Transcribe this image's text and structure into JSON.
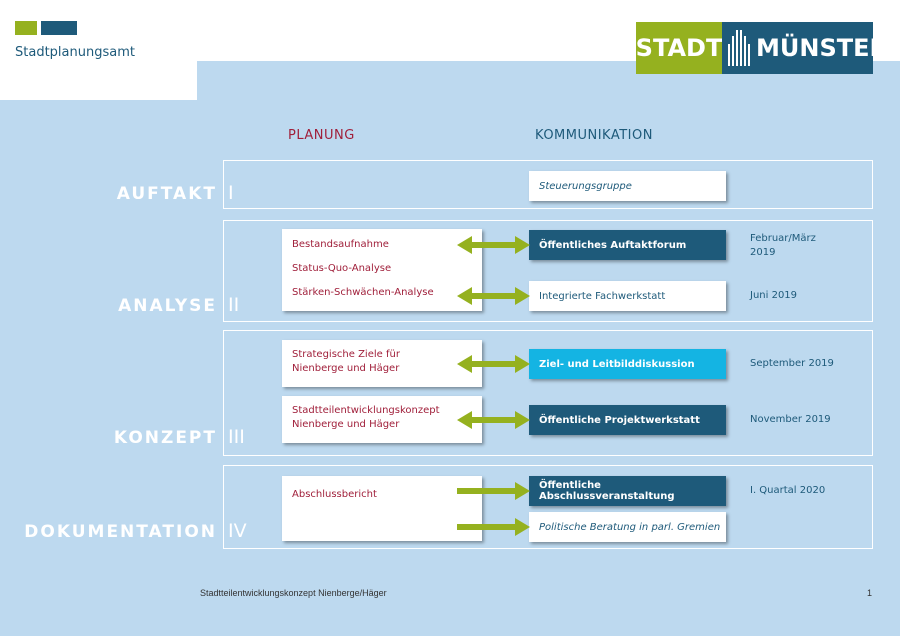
{
  "header": {
    "department": "Stadtplanungsamt",
    "logo_left": "STADT",
    "logo_right": "MÜNSTER",
    "colors": {
      "green": "#95b11f",
      "blue": "#1e5a7a",
      "cyan": "#14b4e3",
      "red": "#a01f3a",
      "background": "#bdd9ef"
    }
  },
  "columns": {
    "planning": "PLANUNG",
    "communication": "KOMMUNIKATION"
  },
  "phases": [
    {
      "label": "AUFTAKT",
      "roman": "I"
    },
    {
      "label": "ANALYSE",
      "roman": "II"
    },
    {
      "label": "KONZEPT",
      "roman": "III"
    },
    {
      "label": "DOKUMENTATION",
      "roman": "IV"
    }
  ],
  "planning": {
    "bestand": "Bestandsaufnahme",
    "statusquo": "Status-Quo-Analyse",
    "swot": "Stärken-Schwächen-Analyse",
    "ziele_l1": "Strategische Ziele für",
    "ziele_l2": "Nienberge und Häger",
    "konzept_l1": "Stadtteilentwicklungskonzept",
    "konzept_l2": "Nienberge und Häger",
    "bericht": "Abschlussbericht"
  },
  "communication": {
    "steuerung": "Steuerungsgruppe",
    "auftaktforum": "Öffentliches Auftaktforum",
    "fachwerkstatt": "Integrierte Fachwerkstatt",
    "leitbild": "Ziel- und Leitbilddiskussion",
    "projektwerkstatt": "Öffentliche Projektwerkstatt",
    "abschluss": "Öffentliche Abschlussveranstaltung",
    "beratung": "Politische Beratung in parl. Gremien"
  },
  "dates": {
    "d1_l1": "Februar/März",
    "d1_l2": "2019",
    "d2": "Juni 2019",
    "d3": "September 2019",
    "d4": "November 2019",
    "d5": "I. Quartal 2020"
  },
  "footer": {
    "text": "Stadtteilentwicklungskonzept Nienberge/Häger",
    "page": "1"
  }
}
